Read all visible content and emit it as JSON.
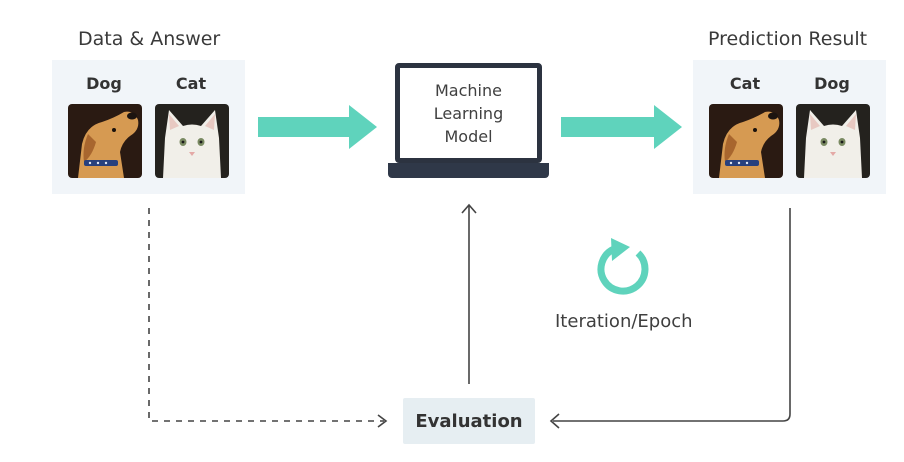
{
  "input_panel": {
    "title": "Data & Answer",
    "items": [
      {
        "label": "Dog",
        "image": "dog-photo"
      },
      {
        "label": "Cat",
        "image": "cat-photo"
      }
    ]
  },
  "model": {
    "line1": "Machine",
    "line2": "Learning",
    "line3": "Model"
  },
  "output_panel": {
    "title": "Prediction Result",
    "items": [
      {
        "label": "Cat",
        "image": "dog-photo"
      },
      {
        "label": "Dog",
        "image": "cat-photo"
      }
    ]
  },
  "evaluation": {
    "label": "Evaluation"
  },
  "iteration": {
    "label": "Iteration/Epoch",
    "icon": "refresh-icon"
  },
  "colors": {
    "accent": "#5fd3bc",
    "laptop": "#2c3340",
    "panel": "#f1f5f9",
    "eval_box": "#e6eef2",
    "line": "#444444"
  }
}
